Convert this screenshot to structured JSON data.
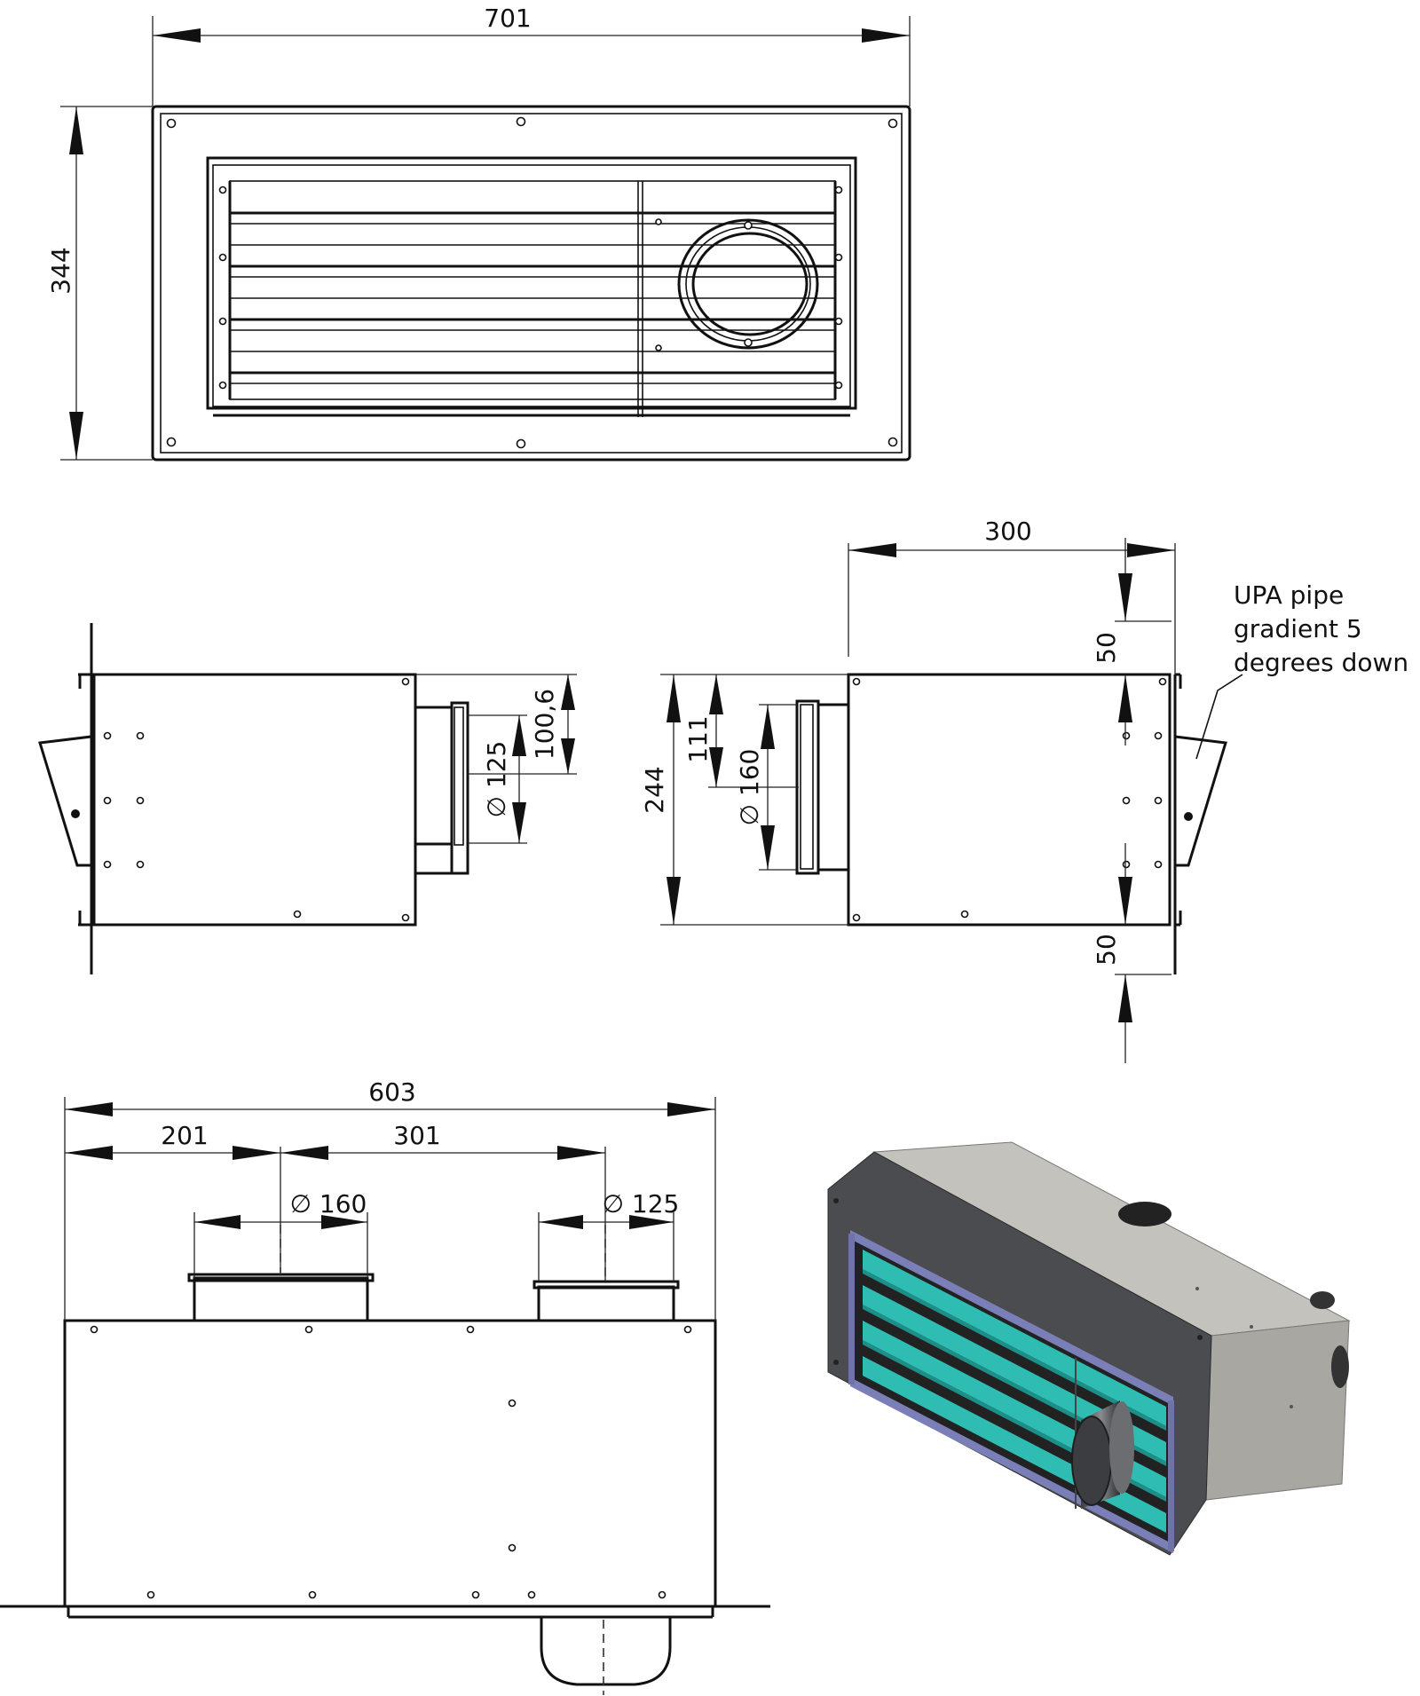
{
  "dimensions": {
    "front_width": "701",
    "front_height": "344",
    "depth": "300",
    "offset_top": "50",
    "offset_bottom": "50",
    "side_height": "244",
    "spigot_small_offset": "100,6",
    "spigot_small_diameter": "∅ 125",
    "spigot_large_offset": "111",
    "spigot_large_diameter": "∅ 160",
    "total_length": "603",
    "left_offset": "201",
    "spigot_spacing": "301",
    "top_large_diameter": "∅ 160",
    "top_small_diameter": "∅ 125"
  },
  "note": {
    "line1": "UPA pipe",
    "line2": "gradient 5",
    "line3": "degrees down"
  },
  "colors": {
    "line": "#111111",
    "louver": "#2fbcb2",
    "louver_dark": "#1c8f88",
    "flange": "#4a4c4f",
    "frame_bar": "#7b7fb8",
    "box_top": "#c4c2bd",
    "box_side": "#a9a7a2"
  }
}
